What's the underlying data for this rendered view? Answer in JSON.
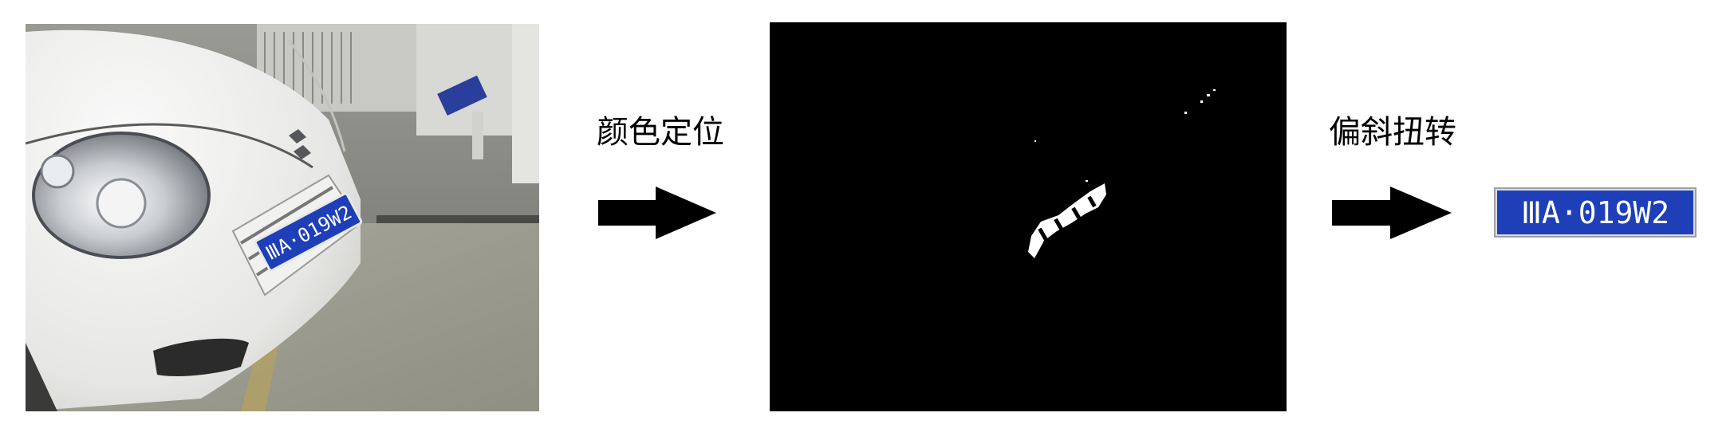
{
  "steps": [
    {
      "label": "颜色定位"
    },
    {
      "label": "偏斜扭转"
    }
  ],
  "plate": {
    "text": "ⅢA·019W2"
  },
  "colors": {
    "plate_blue": "#1f3fb8",
    "mask_bg": "#000000",
    "arrow": "#000000"
  },
  "icons": [
    "right-arrow-icon",
    "right-arrow-icon"
  ]
}
